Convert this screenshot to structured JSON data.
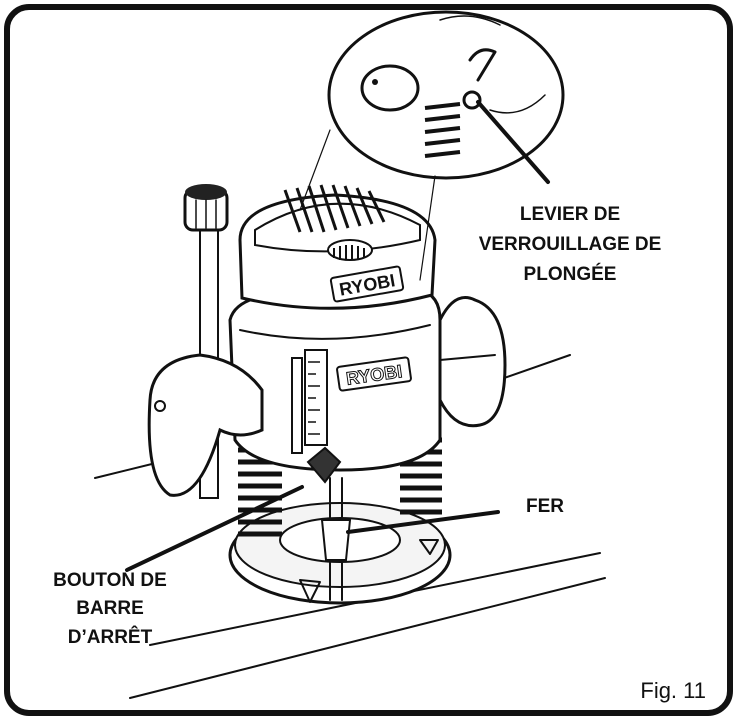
{
  "labels": {
    "plunge_lock_lever": [
      "LEVIER DE",
      "VERROUILLAGE DE",
      "PLONGÉE"
    ],
    "bit": "FER",
    "stop_bar_knob": [
      "BOUTON DE",
      "BARRE",
      "D’ARRÊT"
    ]
  },
  "brand": "RYOBI",
  "figure_caption": "Fig. 11"
}
